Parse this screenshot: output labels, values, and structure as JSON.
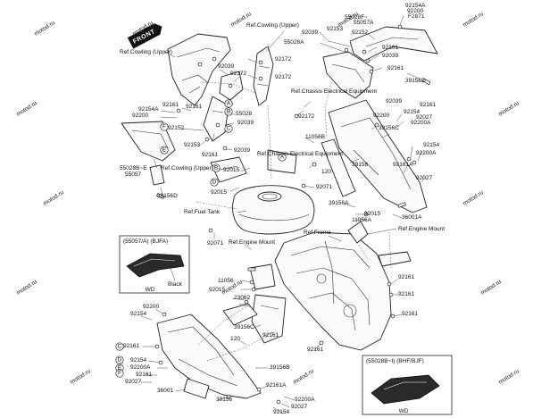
{
  "watermark": "motod.ru",
  "front_badge": "FRONT",
  "labels": [
    "Ref.Cowling (Upper)",
    "Ref.Cowling (Upper)",
    "Ref.Cowling (Upper)",
    "Ref.Chassis Electrical Equipment",
    "Ref.Chassis Electrical Equipment",
    "Ref.Fuel Tank",
    "Ref.Engine Mount",
    "Ref.Engine Mount",
    "Ref.Frame",
    "92154A",
    "92200",
    "F2871",
    "55028F~",
    "55057A",
    "92153",
    "92039",
    "92152",
    "55028A",
    "92161",
    "92039",
    "92161",
    "92172",
    "92172",
    "39156D",
    "92039",
    "92039",
    "92172",
    "92161",
    "92154A",
    "92200",
    "92161",
    "55028",
    "92039",
    "92152",
    "92153",
    "92161",
    "92039",
    "55028B~E",
    "55057",
    "39156D",
    "92172",
    "11056B",
    "92015",
    "120",
    "92015",
    "92071",
    "92200",
    "92161",
    "92154",
    "92027",
    "92200A",
    "39156C",
    "92154",
    "92200A",
    "92161A",
    "92027",
    "39156",
    "39156A",
    "92015",
    "11056A",
    "36001A",
    "92071",
    "11056",
    "92015",
    "23062",
    "92161",
    "92161",
    "92200",
    "92154",
    "39156C",
    "92161",
    "120",
    "92161",
    "39156B",
    "92161",
    "92154",
    "92200A",
    "92027",
    "36001",
    "39156",
    "92161A",
    "92200A",
    "92027",
    "92154",
    "92161",
    "92161"
  ],
  "callouts": [
    "A",
    "B",
    "C",
    "D",
    "E",
    "F",
    "A",
    "B",
    "C",
    "D",
    "E",
    "F"
  ],
  "inset_left": {
    "title": "(55057/A) (BJFA)",
    "note": "Black",
    "code": "WD"
  },
  "inset_right": {
    "title": "(55028B~I) (BHF/BJF)",
    "code": "WD"
  }
}
